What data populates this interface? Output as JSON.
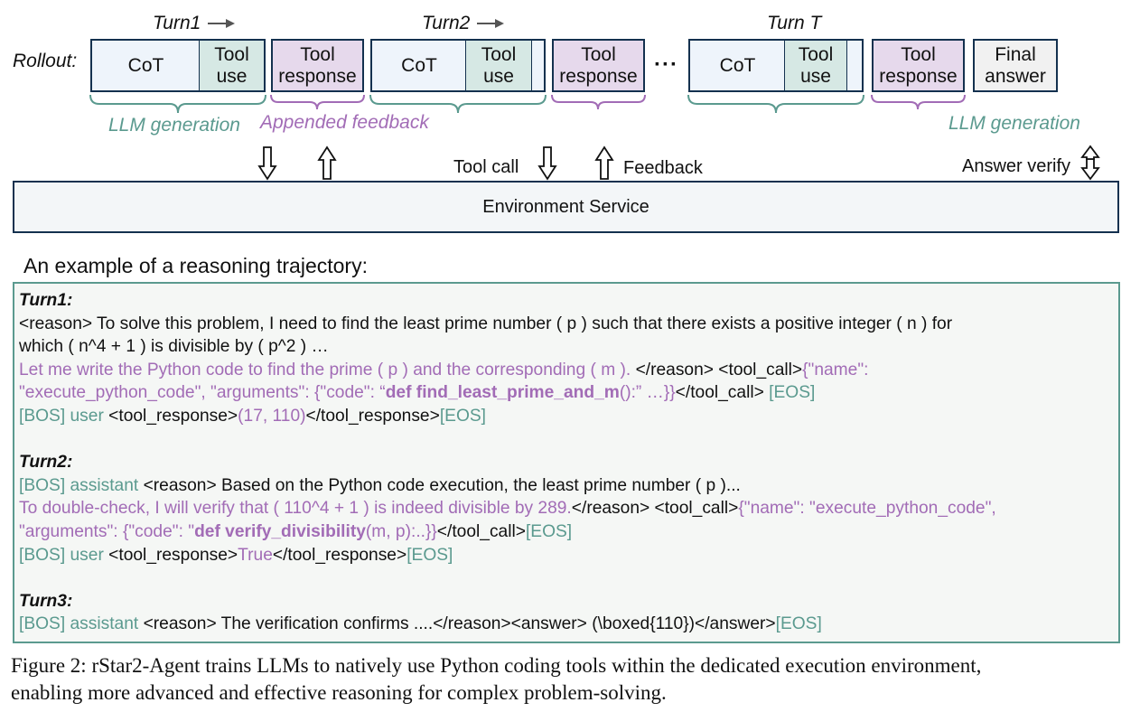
{
  "rollout": {
    "label": "Rollout:",
    "turn1": "Turn1",
    "turn2": "Turn2",
    "turnT": "Turn T",
    "cot": "CoT",
    "tool_use_1": "Tool",
    "tool_use_2": "use",
    "tool_resp_1": "Tool",
    "tool_resp_2": "response",
    "final_1": "Final",
    "final_2": "answer",
    "ellipsis": "···",
    "llm_generation": "LLM generation",
    "appended_feedback": "Appended feedback"
  },
  "env": {
    "label": "Environment Service",
    "tool_call": "Tool call",
    "feedback": "Feedback",
    "answer_verify": "Answer verify"
  },
  "example": {
    "title": "An example of a reasoning trajectory:",
    "turn1": {
      "name": "Turn1:",
      "l1": "<reason> To solve this problem, I need to find the least prime number ( p ) such that there exists a positive integer ( n ) for",
      "l2": "which ( n^4 + 1 ) is divisible by ( p^2 ) …",
      "l3a": "Let me write the Python code to find the prime ( p ) and the corresponding ( m ).",
      "l3b": " </reason> <tool_call>",
      "l3c": "{\"name\":",
      "l4a": "\"execute_python_code\", \"arguments\": {\"code\": “",
      "l4b": "def find_least_prime_and_m",
      "l4c": "():” …}}",
      "l4d": "</tool_call> ",
      "l4e": "[EOS]",
      "l5a": "[BOS] user",
      "l5b": " <tool_response>",
      "l5c": "(17, 110)",
      "l5d": "</tool_response>",
      "l5e": "[EOS]"
    },
    "turn2": {
      "name": "Turn2:",
      "l1a": "[BOS] assistant",
      "l1b": " <reason> Based on the Python code execution, the least prime number ( p )...",
      "l2a": "To double-check, I will verify that ( 110^4 + 1 ) is indeed divisible by 289.",
      "l2b": "</reason> <tool_call>",
      "l2c": "{\"name\": \"execute_python_code\",",
      "l3a": "\"arguments\": {\"code\": \"",
      "l3b": "def verify_divisibility",
      "l3c": "(m, p):..}}",
      "l3d": "</tool_call>",
      "l3e": "[EOS]",
      "l4a": "[BOS] user",
      "l4b": " <tool_response>",
      "l4c": "True",
      "l4d": "</tool_response>",
      "l4e": "[EOS]"
    },
    "turn3": {
      "name": "Turn3:",
      "l1a": "[BOS] assistant",
      "l1b": " <reason> The verification confirms ....</reason><answer> (\\boxed{110})</answer>",
      "l1c": "[EOS]"
    }
  },
  "caption": {
    "line1": "Figure 2: rStar2-Agent trains LLMs to natively use Python coding tools within the dedicated execution environment,",
    "line2": "enabling more advanced and effective reasoning for complex problem-solving."
  },
  "colors": {
    "box_border": "#14314f",
    "cot_fill": "#eef4fb",
    "tool_fill": "#d6e8e4",
    "response_fill": "#e6d9ec",
    "teal": "#5b9a8f",
    "purple": "#a26cb6"
  }
}
